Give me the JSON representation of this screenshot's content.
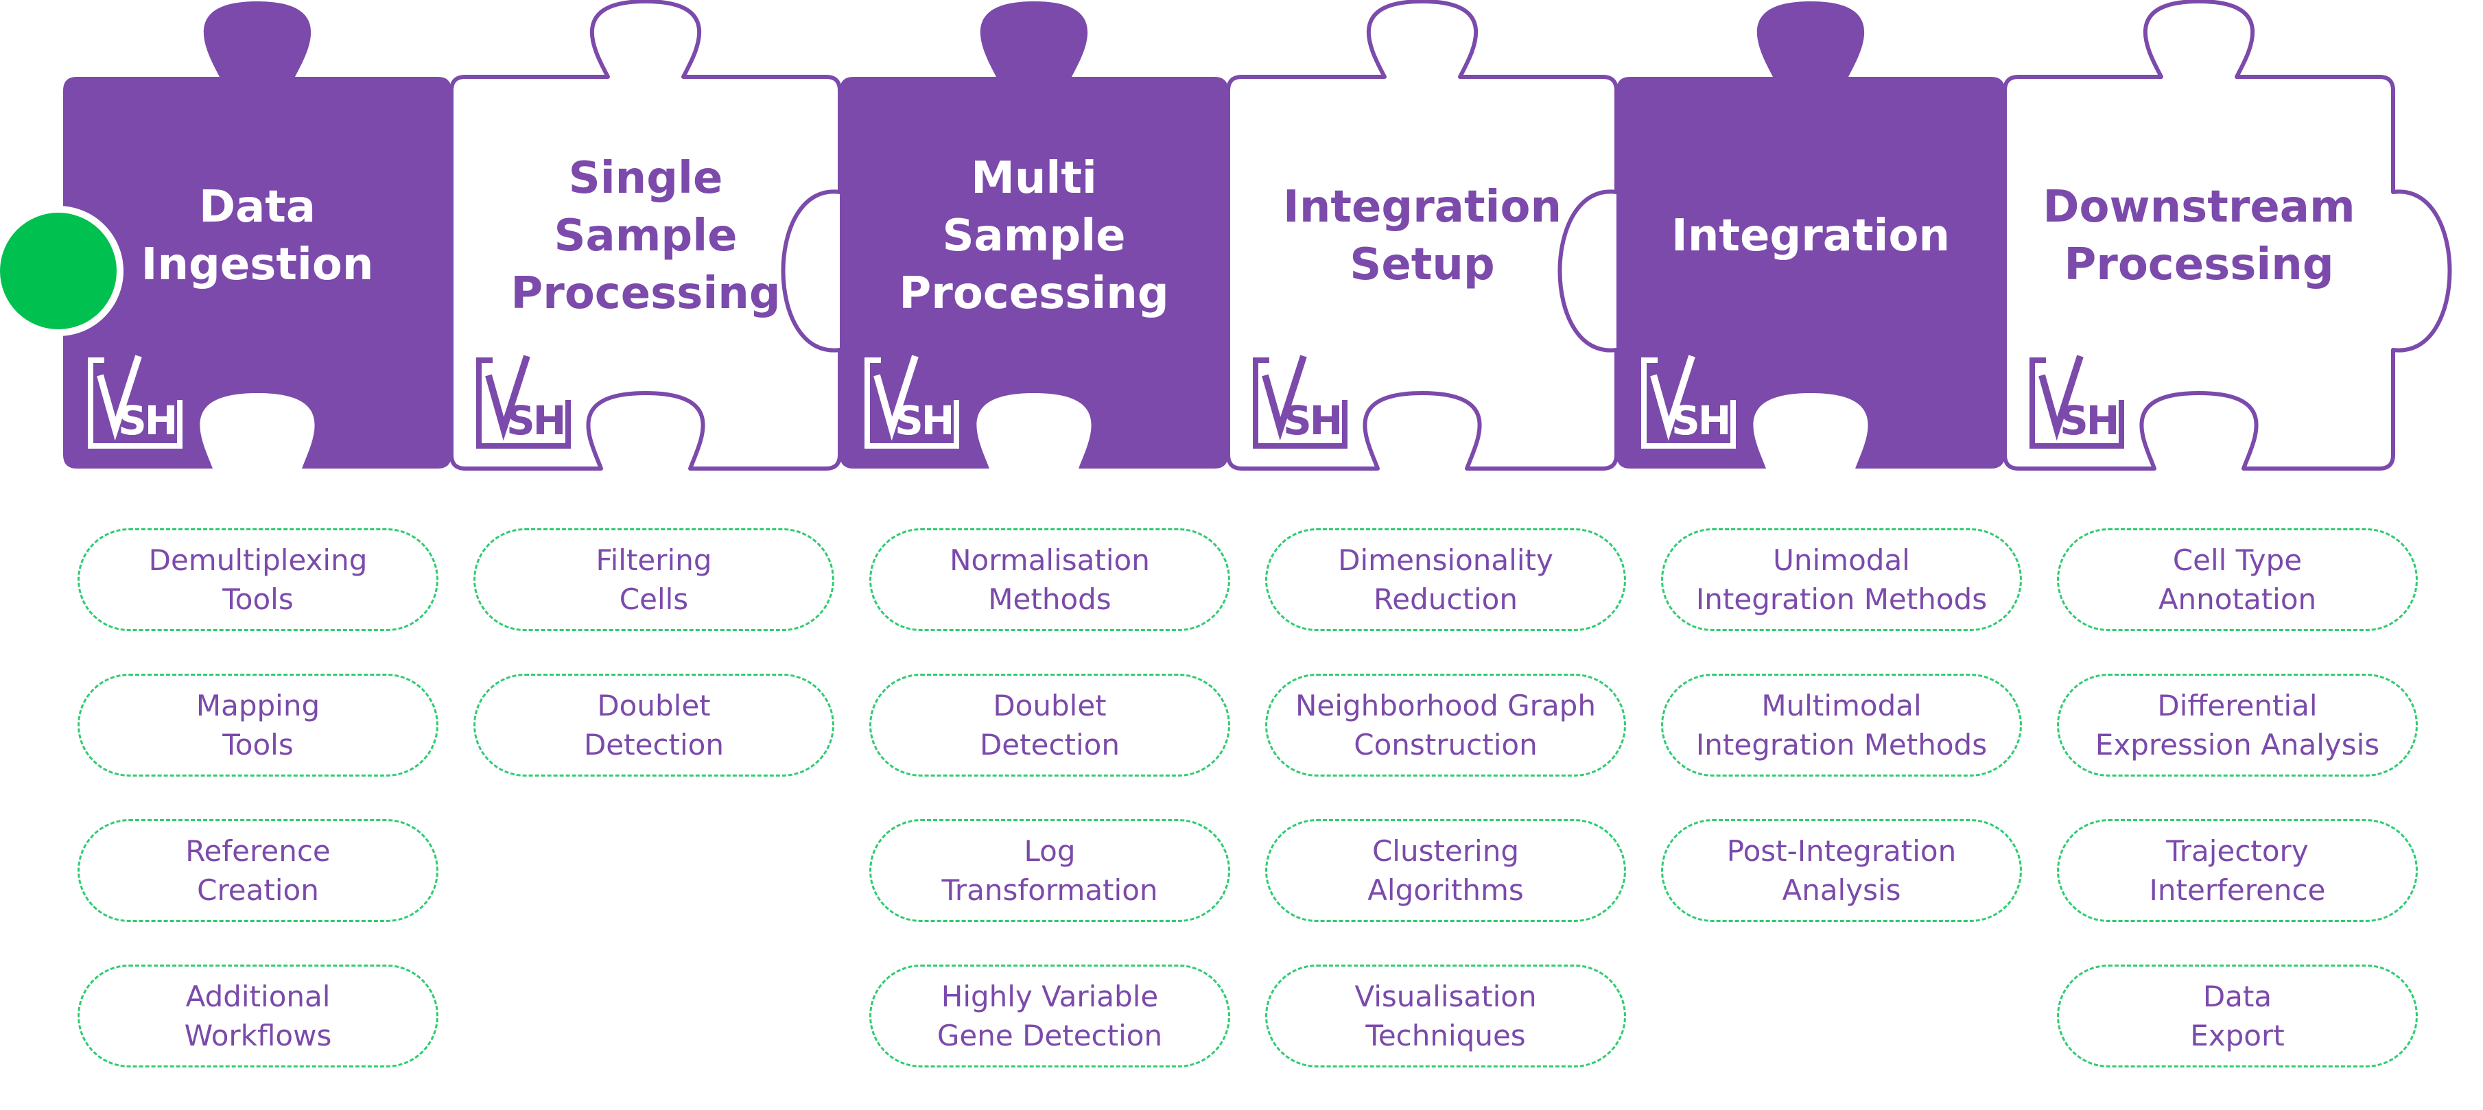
{
  "colors": {
    "purple": "#7b4aab",
    "white": "#ffffff",
    "green_dot": "#00c050",
    "pill_border": "#2ecc71"
  },
  "logo_text": "VSH",
  "stages": [
    {
      "title_lines": [
        "Data",
        "Ingestion"
      ],
      "style": "filled",
      "items": [
        "Demultiplexing\nTools",
        "Mapping\nTools",
        "Reference\nCreation",
        "Additional\nWorkflows"
      ]
    },
    {
      "title_lines": [
        "Single",
        "Sample",
        "Processing"
      ],
      "style": "outline",
      "items": [
        "Filtering\nCells",
        "Doublet\nDetection"
      ]
    },
    {
      "title_lines": [
        "Multi",
        "Sample",
        "Processing"
      ],
      "style": "filled",
      "items": [
        "Normalisation\nMethods",
        "Doublet\nDetection",
        "Log\nTransformation",
        "Highly Variable\nGene Detection"
      ]
    },
    {
      "title_lines": [
        "Integration",
        "Setup"
      ],
      "style": "outline",
      "items": [
        "Dimensionality\nReduction",
        "Neighborhood Graph\nConstruction",
        "Clustering\nAlgorithms",
        "Visualisation\nTechniques"
      ]
    },
    {
      "title_lines": [
        "Integration"
      ],
      "style": "filled",
      "items": [
        "Unimodal\nIntegration Methods",
        "Multimodal\nIntegration Methods",
        "Post-Integration\nAnalysis"
      ]
    },
    {
      "title_lines": [
        "Downstream",
        "Processing"
      ],
      "style": "outline",
      "items": [
        "Cell Type\nAnnotation",
        "Differential\nExpression Analysis",
        "Trajectory\nInterference",
        "Data\nExport"
      ]
    }
  ]
}
